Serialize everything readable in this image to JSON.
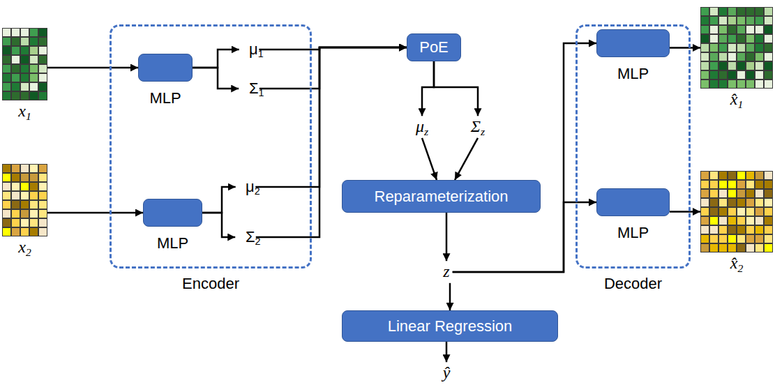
{
  "diagram": {
    "nodes": [
      {
        "text": [
          "x1"
        ]
      },
      {
        "text": [
          "x2"
        ]
      },
      {
        "text": [
          "Encoder"
        ]
      },
      {
        "text": [
          "MLP"
        ],
        "in": 2
      },
      {
        "text": [
          "μ1"
        ],
        "in": 2
      },
      {
        "text": [
          "Σ1"
        ],
        "in": 2
      },
      {
        "text": [
          "MLP"
        ],
        "in": 2
      },
      {
        "text": [
          "μ2"
        ],
        "in": 2
      },
      {
        "text": [
          "Σ2"
        ],
        "in": 2
      },
      {
        "text": [
          "PoE"
        ]
      },
      {
        "text": [
          "μz"
        ]
      },
      {
        "text": [
          "Σz"
        ]
      },
      {
        "text": [
          "Reparameterization"
        ]
      },
      {
        "text": [
          "z"
        ]
      },
      {
        "text": [
          "Linear Regression"
        ]
      },
      {
        "text": [
          "ŷ"
        ]
      },
      {
        "text": [
          "Decoder"
        ]
      },
      {
        "text": [
          "MLP"
        ],
        "in": 16
      },
      {
        "text": [
          "MLP"
        ],
        "in": 16
      },
      {
        "text": [
          "x̂1"
        ]
      },
      {
        "text": [
          "x̂2"
        ]
      }
    ],
    "edges": [
      {
        "from": 0,
        "to": 3,
        "arrow": "to"
      },
      {
        "from": 1,
        "to": 6,
        "arrow": "to"
      },
      {
        "from": 3,
        "to": 4,
        "arrow": "to"
      },
      {
        "from": 3,
        "to": 5,
        "arrow": "to"
      },
      {
        "from": 6,
        "to": 7,
        "arrow": "to"
      },
      {
        "from": 6,
        "to": 8,
        "arrow": "to"
      },
      {
        "from": 4,
        "to": 9,
        "arrow": "to"
      },
      {
        "from": 5,
        "to": 9,
        "arrow": "to"
      },
      {
        "from": 7,
        "to": 9,
        "arrow": "to"
      },
      {
        "from": 8,
        "to": 9,
        "arrow": "to"
      },
      {
        "from": 9,
        "to": 10,
        "arrow": "to"
      },
      {
        "from": 9,
        "to": 11,
        "arrow": "to"
      },
      {
        "from": 10,
        "to": 12,
        "arrow": "to"
      },
      {
        "from": 11,
        "to": 12,
        "arrow": "to"
      },
      {
        "from": 12,
        "to": 13,
        "arrow": "to"
      },
      {
        "from": 13,
        "to": 14,
        "arrow": "to"
      },
      {
        "from": 14,
        "to": 15,
        "arrow": "to"
      },
      {
        "from": 13,
        "to": 17,
        "arrow": "to"
      },
      {
        "from": 13,
        "to": 18,
        "arrow": "to"
      },
      {
        "from": 17,
        "to": 19,
        "arrow": "to"
      },
      {
        "from": 18,
        "to": 20,
        "arrow": "to"
      }
    ]
  }
}
